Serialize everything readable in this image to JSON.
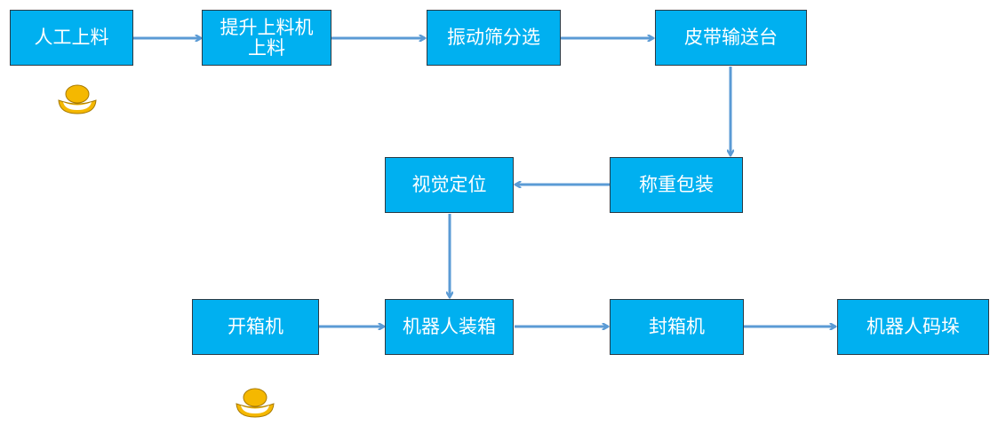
{
  "nodes": {
    "manual_loading": "人工上料",
    "lift_loader_line1": "提升上料机",
    "lift_loader_line2": "上料",
    "vibrating_screen": "振动筛分选",
    "belt_conveyor": "皮带输送台",
    "weighing_packing": "称重包装",
    "vision_positioning": "视觉定位",
    "carton_erector": "开箱机",
    "robot_casing": "机器人装箱",
    "carton_sealer": "封箱机",
    "robot_palletizing": "机器人码垛"
  },
  "colors": {
    "box_fill": "#00b0f0",
    "box_border": "#2b3a44",
    "arrow": "#5b9bd5",
    "worker_icon": "#f5b800"
  },
  "icons": [
    "worker-icon",
    "worker-icon"
  ]
}
